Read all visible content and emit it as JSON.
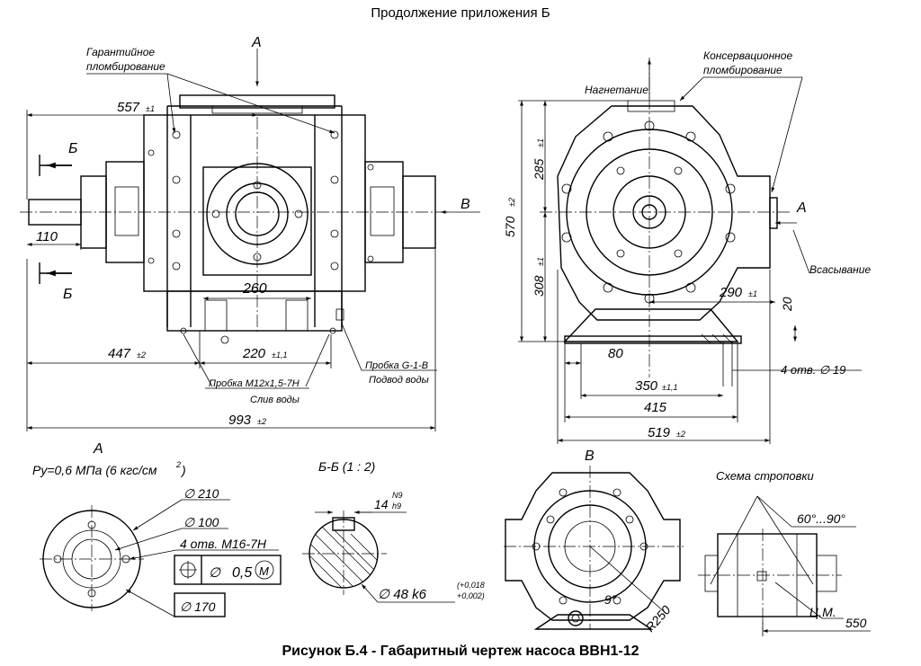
{
  "header": "Продолжение приложения Б",
  "caption": "Рисунок Б.4 - Габаритный чертеж насоса ВВН1-12",
  "front_view": {
    "label_top": "А",
    "label_left_1": "Б",
    "label_left_2": "Б",
    "label_right": "В",
    "note_seal": [
      "Гарантийное",
      "пломбирование"
    ],
    "dim_557": "557",
    "dim_557_tol": "±1",
    "dim_110": "110",
    "dim_260": "260",
    "dim_447": "447",
    "dim_447_tol": "±2",
    "dim_220": "220",
    "dim_220_tol": "±1,1",
    "dim_993": "993",
    "dim_993_tol": "±2",
    "plug1": "Пробка М12х1,5-7Н",
    "drain": "Слив воды",
    "plug2": "Пробка G-1-В",
    "water_in": "Подвод воды"
  },
  "side_view": {
    "label_a": "А",
    "discharge": "Нагнетание",
    "note_seal": [
      "Консервационное",
      "пломбирование"
    ],
    "suction": "Всасывание",
    "dim_285": "285",
    "dim_285_tol": "±1",
    "dim_570": "570",
    "dim_570_tol": "±2",
    "dim_308": "308",
    "dim_308_tol": "±1",
    "dim_290": "290",
    "dim_290_tol": "±1",
    "dim_20": "20",
    "dim_80": "80",
    "holes": "4 отв. ∅ 19",
    "dim_350": "350",
    "dim_350_tol": "±1,1",
    "dim_415": "415",
    "dim_519": "519",
    "dim_519_tol": "±2"
  },
  "view_a": {
    "title": "А",
    "pressure": "Ру=0,6 МПа (6 кгс/см",
    "pressure_sup": "2",
    "pressure_end": ")",
    "d210": "∅ 210",
    "d100": "∅ 100",
    "holes": "4 отв. М16-7Н",
    "tol_sym": "∅",
    "tol_val": "0,5",
    "tol_mod": "M",
    "d170": "∅ 170"
  },
  "section_bb": {
    "title": "Б-Б  (1 : 2)",
    "key_w": "14",
    "key_up": "N9",
    "key_dn": "h9",
    "shaft": "∅ 48 k6",
    "shaft_up": "(+0,018",
    "shaft_dn": "+0,002)"
  },
  "view_b": {
    "title": "В",
    "angle": "9°",
    "radius": "R250"
  },
  "sling": {
    "title": "Схема строповки",
    "angle": "60°...90°",
    "cog": "Ц.М.",
    "dim_550": "550"
  }
}
